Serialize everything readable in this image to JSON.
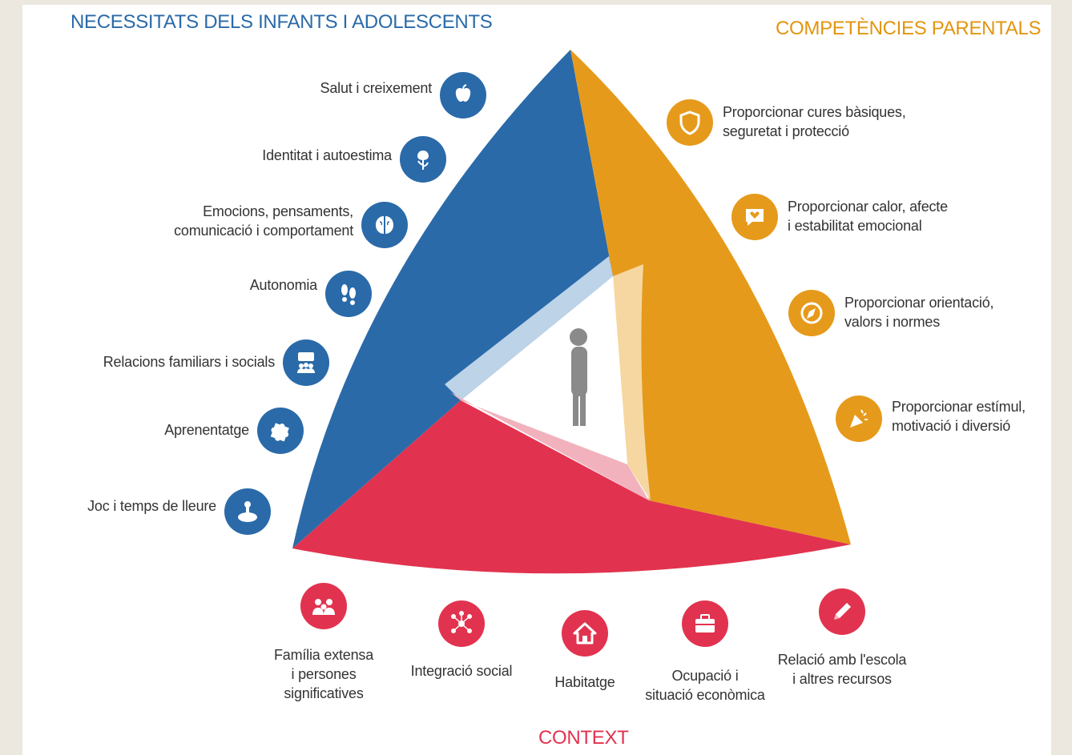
{
  "titles": {
    "needs": "NECESSITATS DELS INFANTS I ADOLESCENTS",
    "parental": "COMPETÈNCIES PARENTALS",
    "context": "CONTEXT"
  },
  "needs": [
    {
      "label": "Salut i creixement",
      "icon": "apple-icon"
    },
    {
      "label": "Identitat i autoestima",
      "icon": "flower-icon"
    },
    {
      "label": "Emocions, pensaments,\ncomunicació i comportament",
      "icon": "brain-icon"
    },
    {
      "label": "Autonomia",
      "icon": "footprints-icon"
    },
    {
      "label": "Relacions familiars i socials",
      "icon": "group-chat-icon"
    },
    {
      "label": "Aprenentatge",
      "icon": "puzzle-icon"
    },
    {
      "label": "Joc i temps de lleure",
      "icon": "toy-icon"
    }
  ],
  "parental": [
    {
      "label": "Proporcionar cures bàsiques,\nseguretat i protecció",
      "icon": "shield-icon"
    },
    {
      "label": "Proporcionar calor, afecte\ni estabilitat emocional",
      "icon": "heart-message-icon"
    },
    {
      "label": "Proporcionar orientació,\nvalors i normes",
      "icon": "compass-icon"
    },
    {
      "label": "Proporcionar estímul,\nmotivació i diversió",
      "icon": "party-popper-icon"
    }
  ],
  "context": [
    {
      "label": "Família extensa\ni persones\nsignificatives",
      "icon": "family-icon"
    },
    {
      "label": "Integració social",
      "icon": "network-icon"
    },
    {
      "label": "Habitatge",
      "icon": "house-icon"
    },
    {
      "label": "Ocupació i\nsituació econòmica",
      "icon": "briefcase-icon"
    },
    {
      "label": "Relació amb l'escola\ni altres recursos",
      "icon": "pencil-icon"
    }
  ],
  "colors": {
    "needs": "#2a6aa9",
    "parental": "#e69a1b",
    "context": "#e1334f",
    "child": "#8a8a8a"
  }
}
